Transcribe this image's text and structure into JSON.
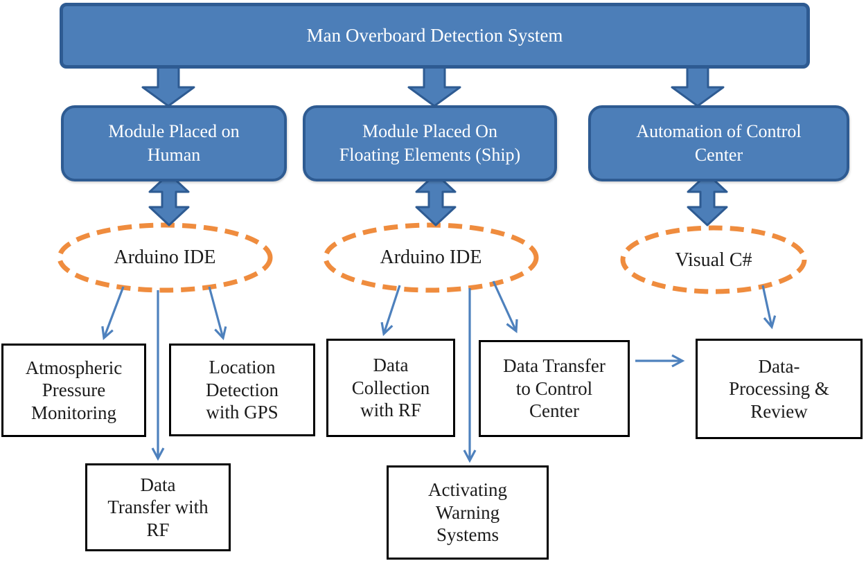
{
  "title": "Man Overboard Detection System",
  "colors": {
    "box_fill": "#4C7EB8",
    "box_border": "#2E5B92",
    "arrow": "#4E81BD",
    "ellipse_dash": "#EF8C3E",
    "task_border": "#000000",
    "text_light": "#FFFFFF",
    "text_dark": "#1B1B1B"
  },
  "branches": [
    {
      "module": "Module Placed on\nHuman",
      "tool": "Arduino IDE",
      "tasks": [
        "Atmospheric\nPressure\nMonitoring",
        "Location\nDetection\nwith GPS",
        "Data\nTransfer with\nRF"
      ]
    },
    {
      "module": "Module Placed On\nFloating Elements (Ship)",
      "tool": "Arduino IDE",
      "tasks": [
        "Data\nCollection\nwith RF",
        "Data Transfer\nto Control\nCenter",
        "Activating\nWarning\nSystems"
      ]
    },
    {
      "module": "Automation of Control\nCenter",
      "tool": "Visual C#",
      "tasks": [
        "Data-\nProcessing &\nReview"
      ]
    }
  ]
}
